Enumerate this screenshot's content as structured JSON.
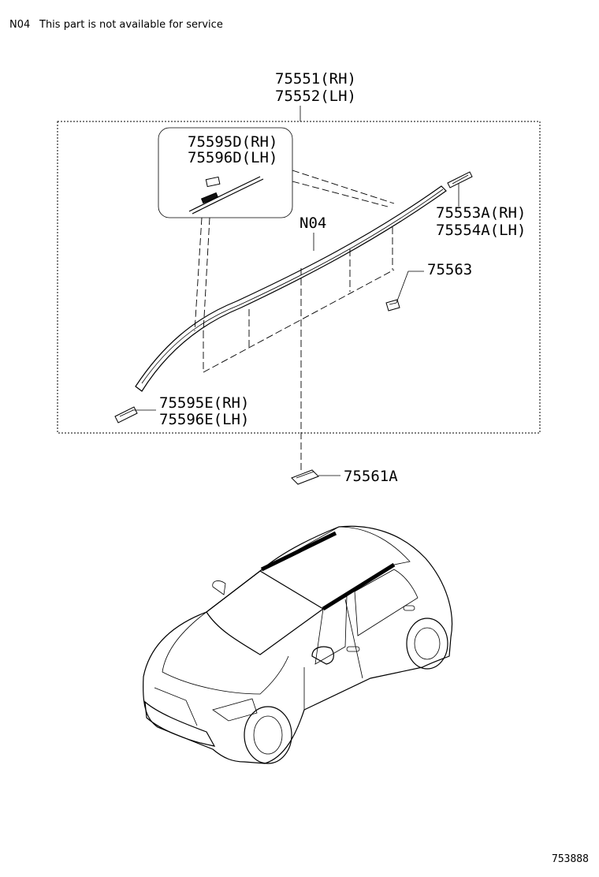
{
  "note": {
    "code": "N04",
    "text": "This part is not available for service"
  },
  "labels": {
    "p75551": "75551(RH)",
    "p75552": "75552(LH)",
    "p75595d": "75595D(RH)",
    "p75596d": "75596D(LH)",
    "p75553a": "75553A(RH)",
    "p75554a": "75554A(LH)",
    "n04": "N04",
    "p75563": "75563",
    "p75595e": "75595E(RH)",
    "p75596e": "75596E(LH)",
    "p75561a": "75561A"
  },
  "figure_number": "753888"
}
